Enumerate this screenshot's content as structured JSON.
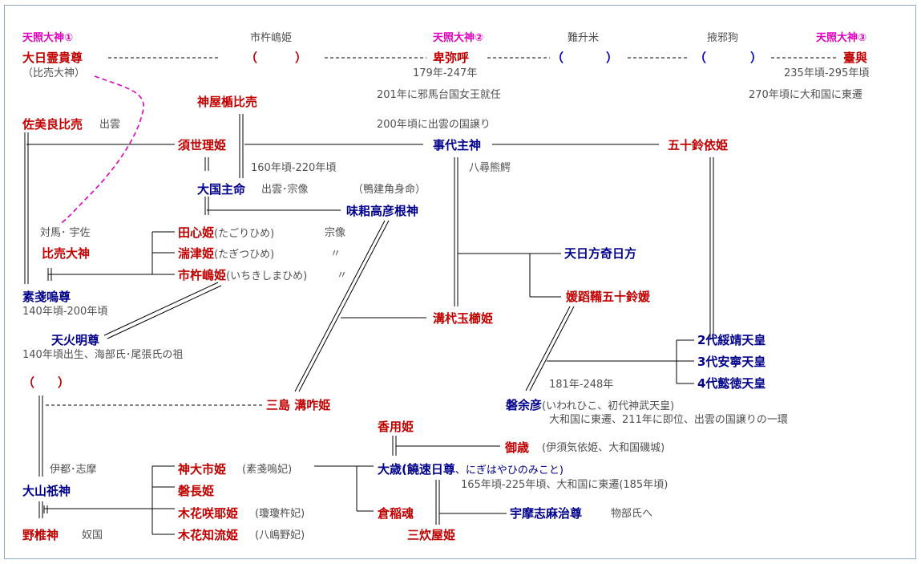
{
  "nodes": {
    "amaterasu1": "天照大神①",
    "amaterasu2": "天照大神②",
    "amaterasu3": "天照大神③",
    "ichikishima_top": "市杵嶋姫",
    "nashime": "難升米",
    "hiyaku": "掖邪狗",
    "ohirume": "大日霊貴尊",
    "ohirume_note": "（比売大神）",
    "paren_red_open": "（",
    "paren_red_close": "）",
    "himiko": "卑弥呼",
    "himiko_years": "179年-247年",
    "paren_blue1_open": "（",
    "paren_blue1_close": "）",
    "paren_blue2_open": "（",
    "paren_blue2_close": "）",
    "toyo": "臺與",
    "toyo_years": "235年頃-295年頃",
    "himiko_note": "201年に邪馬台国女王就任",
    "toyo_note": "270年頃に大和国に東遷",
    "izumo_note": "200年頃に出雲の国譲り",
    "kamuyatatehime": "神屋楯比売",
    "samirahime": "佐美良比売",
    "samirahime_loc": "出雲",
    "suserihime": "須世理姫",
    "kotoshironushi": "事代主神",
    "isuzuyorihime": "五十鈴依姫",
    "suserihime_years": "160年頃-220年頃",
    "yahiro": "八尋熊鰐",
    "okuninushi": "大国主命",
    "okuninushi_loc": "出雲･宗像",
    "kamotaketsunumi": "（鴨建角身命）",
    "ajisuki": "味耜高彦根神",
    "tsushima": "対馬･ 宇佐",
    "himeokami": "比売大神",
    "tagorihime": "田心姫",
    "tagorihime_kana": "(たごりひめ)",
    "tagorihime_loc": "宗像",
    "tagitsuhime": "湍津姫",
    "tagitsuhime_kana": "(たぎつひめ)",
    "ditto1": "〃",
    "ichikishimahime": "市杵嶋姫",
    "ichikishimahime_kana": "(いちきしまひめ)",
    "ditto2": "〃",
    "amanohikatakata": "天日方奇日方",
    "susanoo": "素戔嗚尊",
    "susanoo_years": "140年頃-200年頃",
    "himetataraisuzu": "媛蹈鞴五十鈴媛",
    "tamakushihime": "溝杙玉櫛姫",
    "amanohoakari": "天火明尊",
    "amanohoakari_note": "140年頃出生、海部氏･尾張氏の祖",
    "suizei": "2代綏靖天皇",
    "annei": "3代安寧天皇",
    "itoku": "4代懿徳天皇",
    "jimmu_years": "181年-248年",
    "paren_mid_open": "（",
    "paren_mid_close": "）",
    "mishima": "三島 溝咋姫",
    "iwarebiko": "磐余彦",
    "iwarebiko_note": "(いわれひこ、初代神武天皇)",
    "iwarebiko_note2": "大和国に東遷、211年に即位、出雲の国譲りの一環",
    "kagoyohime": "香用姫",
    "mitoshi": "御歳",
    "mitoshi_note": "(伊須気依姫、大和国磯城)",
    "ito": "伊都･志摩",
    "kamuoichihime": "神大市姫",
    "kamuoichihime_note": "(素戔嗚妃)",
    "otoshi": "大歳(饒速日尊",
    "otoshi_kana": "、にぎはやひのみこと)",
    "otoshi_years": "165年頃-225年頃、大和国に東遷(185年頃)",
    "oyamatsumi": "大山祇神",
    "iwanagahime": "磐長姫",
    "konohanasakuya": "木花咲耶姫",
    "konohanasakuya_note": "(瓊瓊杵妃)",
    "uganomitama": "倉稲魂",
    "umashimaji": "宇摩志麻治尊",
    "umashimaji_note": "物部氏へ",
    "konohanachiru": "木花知流姫",
    "konohanachiru_note": "(八嶋野妃)",
    "nozuchi": "野椎神",
    "nozuchi_loc": "奴国",
    "mikashiyahime": "三炊屋姫"
  },
  "colors": {
    "red": "#c00000",
    "navy": "#00008b",
    "magenta": "#e000c0",
    "gray": "#505050",
    "line": "#000000",
    "frame": "#8fa8c8"
  }
}
